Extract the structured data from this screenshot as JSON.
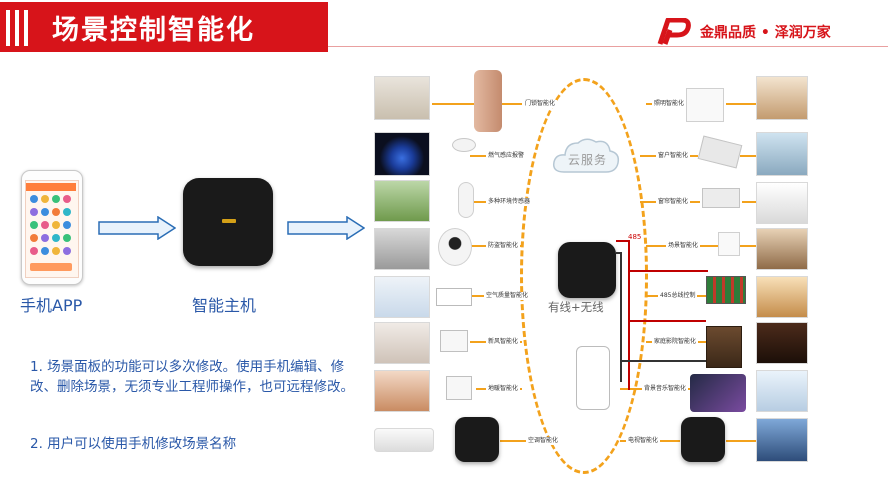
{
  "title": "场景控制智能化",
  "logo_text": "金鼎品质 • 泽润万家",
  "labels": {
    "app": "手机APP",
    "hub": "智能主机"
  },
  "description": [
    "1. 场景面板的功能可以多次修改。使用手机编辑、修改、删除场景，无须专业工程师操作，也可远程修改。",
    "2. 用户可以使用手机修改场景名称"
  ],
  "diagram": {
    "cloud": "云服务",
    "wired_wireless": "有线+无线",
    "rs485": "485",
    "left_tags": [
      "门锁智能化",
      "燃气感应报警",
      "多种环境传感器",
      "防盗智能化",
      "空气质量智能化",
      "新风智能化",
      "地暖智能化",
      "空调智能化"
    ],
    "right_tags": [
      "照明智能化",
      "窗户智能化",
      "窗帘智能化",
      "场景智能化",
      "485总线控制",
      "家庭影院智能化",
      "背景音乐智能化",
      "电视智能化"
    ]
  },
  "colors": {
    "brand_red": "#d7141a",
    "text_blue": "#2a58a8",
    "line_orange": "#f3a21c"
  }
}
